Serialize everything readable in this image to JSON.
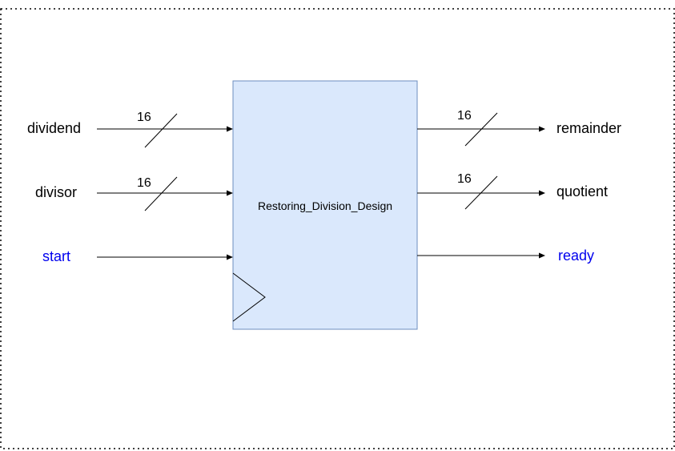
{
  "block": {
    "name": "Restoring_Division_Design"
  },
  "inputs": [
    {
      "label": "dividend",
      "width": "16"
    },
    {
      "label": "divisor",
      "width": "16"
    },
    {
      "label": "start"
    }
  ],
  "outputs": [
    {
      "label": "remainder",
      "width": "16"
    },
    {
      "label": "quotient",
      "width": "16"
    },
    {
      "label": "ready"
    }
  ],
  "colors": {
    "block_fill": "#dae8fc",
    "block_stroke": "#6c8ebf",
    "wire": "#000000",
    "label_default": "#000000",
    "label_control": "#0000ee",
    "frame": "#000000"
  }
}
